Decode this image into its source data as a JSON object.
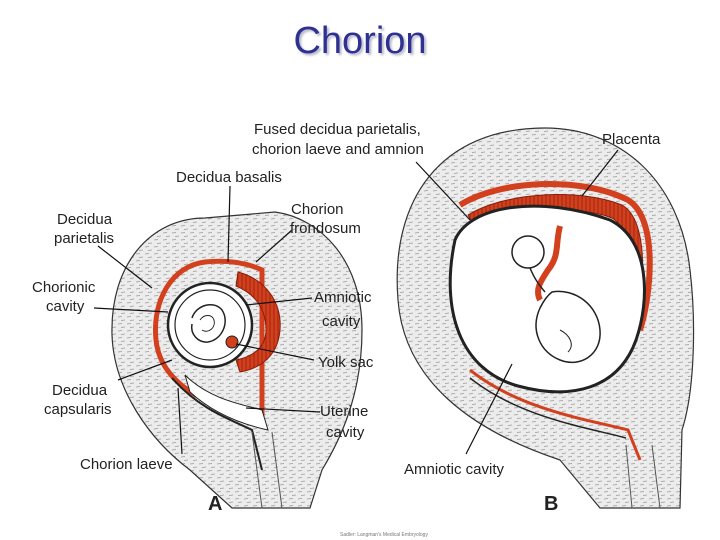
{
  "title": "Chorion",
  "colors": {
    "title": "#2e3192",
    "decidua_red": "#d2401d",
    "uterine_wall": "#e9e9e9",
    "outline": "#222222"
  },
  "panel_a": {
    "letter": "A",
    "labels": {
      "decidua_parietalis": [
        "Decidua",
        "parietalis"
      ],
      "chorionic_cavity": [
        "Chorionic",
        "cavity"
      ],
      "decidua_basalis": "Decidua basalis",
      "chorion_frondosum": [
        "Chorion",
        "frondosum"
      ],
      "amniotic_cavity": [
        "Amniotic",
        "cavity"
      ],
      "yolk_sac": "Yolk sac",
      "decidua_capsularis": [
        "Decidua",
        "capsularis"
      ],
      "uterine_cavity": [
        "Uterine",
        "cavity"
      ],
      "chorion_laeve": "Chorion laeve"
    }
  },
  "panel_b": {
    "letter": "B",
    "labels": {
      "fused_membranes": [
        "Fused decidua parietalis,",
        "chorion laeve and amnion"
      ],
      "placenta": "Placenta",
      "amniotic_cavity": "Amniotic cavity"
    }
  },
  "credit": "Sadler: Langman's Medical Embryology"
}
